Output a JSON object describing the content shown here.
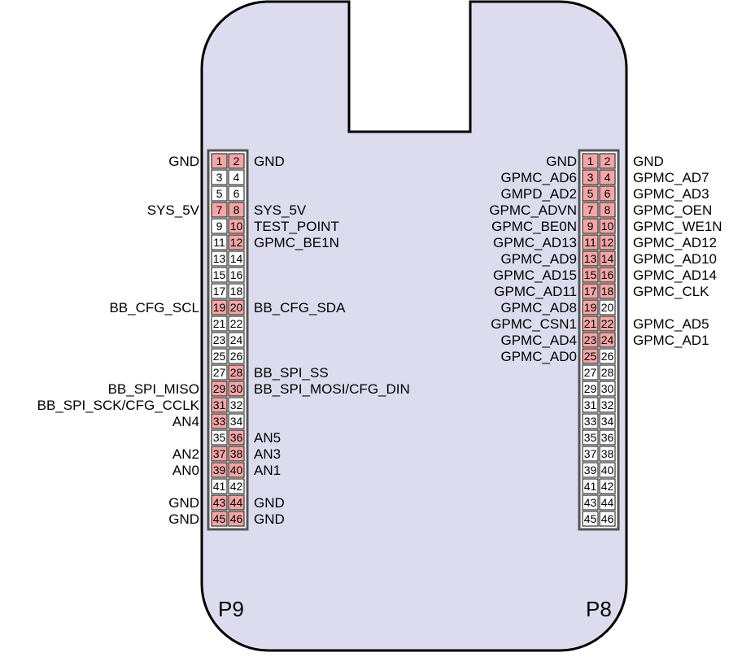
{
  "board": {
    "fill": "#dcdcee",
    "outline": "#000000",
    "pin_highlight": "#f4a6a6",
    "pin_plain": "#ffffff",
    "header_frame": "#555555"
  },
  "headers": [
    {
      "id": "P9",
      "label": "P9",
      "side": "left",
      "highlighted": [
        1,
        2,
        7,
        8,
        10,
        12,
        19,
        20,
        28,
        29,
        30,
        31,
        33,
        36,
        37,
        38,
        39,
        40,
        43,
        44,
        45,
        46
      ],
      "labels": [
        {
          "pin": 1,
          "text": "GND"
        },
        {
          "pin": 2,
          "text": "GND"
        },
        {
          "pin": 7,
          "text": "SYS_5V"
        },
        {
          "pin": 8,
          "text": "SYS_5V"
        },
        {
          "pin": 10,
          "text": "TEST_POINT"
        },
        {
          "pin": 12,
          "text": "GPMC_BE1N"
        },
        {
          "pin": 19,
          "text": "BB_CFG_SCL"
        },
        {
          "pin": 20,
          "text": "BB_CFG_SDA"
        },
        {
          "pin": 28,
          "text": "BB_SPI_SS"
        },
        {
          "pin": 29,
          "text": "BB_SPI_MISO"
        },
        {
          "pin": 30,
          "text": "BB_SPI_MOSI/CFG_DIN"
        },
        {
          "pin": 31,
          "text": "BB_SPI_SCK/CFG_CCLK"
        },
        {
          "pin": 33,
          "text": "AN4"
        },
        {
          "pin": 36,
          "text": "AN5"
        },
        {
          "pin": 37,
          "text": "AN2"
        },
        {
          "pin": 38,
          "text": "AN3"
        },
        {
          "pin": 39,
          "text": "AN0"
        },
        {
          "pin": 40,
          "text": "AN1"
        },
        {
          "pin": 43,
          "text": "GND"
        },
        {
          "pin": 44,
          "text": "GND"
        },
        {
          "pin": 45,
          "text": "GND"
        },
        {
          "pin": 46,
          "text": "GND"
        }
      ]
    },
    {
      "id": "P8",
      "label": "P8",
      "side": "right",
      "highlighted": [
        1,
        2,
        3,
        4,
        5,
        6,
        7,
        8,
        9,
        10,
        11,
        12,
        13,
        14,
        15,
        16,
        17,
        18,
        19,
        21,
        22,
        23,
        24,
        25
      ],
      "labels": [
        {
          "pin": 1,
          "text": "GND"
        },
        {
          "pin": 2,
          "text": "GND"
        },
        {
          "pin": 3,
          "text": "GPMC_AD6"
        },
        {
          "pin": 4,
          "text": "GPMC_AD7"
        },
        {
          "pin": 5,
          "text": "GMPD_AD2"
        },
        {
          "pin": 6,
          "text": "GPMC_AD3"
        },
        {
          "pin": 7,
          "text": "GPMC_ADVN"
        },
        {
          "pin": 8,
          "text": "GPMC_OEN"
        },
        {
          "pin": 9,
          "text": "GPMC_BE0N"
        },
        {
          "pin": 10,
          "text": "GPMC_WE1N"
        },
        {
          "pin": 11,
          "text": "GPMC_AD13"
        },
        {
          "pin": 12,
          "text": "GPMC_AD12"
        },
        {
          "pin": 13,
          "text": "GPMC_AD9"
        },
        {
          "pin": 14,
          "text": "GPMC_AD10"
        },
        {
          "pin": 15,
          "text": "GPMC_AD15"
        },
        {
          "pin": 16,
          "text": "GPMC_AD14"
        },
        {
          "pin": 17,
          "text": "GPMC_AD11"
        },
        {
          "pin": 18,
          "text": "GPMC_CLK"
        },
        {
          "pin": 19,
          "text": "GPMC_AD8"
        },
        {
          "pin": 21,
          "text": "GPMC_CSN1"
        },
        {
          "pin": 22,
          "text": "GPMC_AD5"
        },
        {
          "pin": 23,
          "text": "GPMC_AD4"
        },
        {
          "pin": 24,
          "text": "GPMC_AD1"
        },
        {
          "pin": 25,
          "text": "GPMC_AD0"
        }
      ]
    }
  ]
}
